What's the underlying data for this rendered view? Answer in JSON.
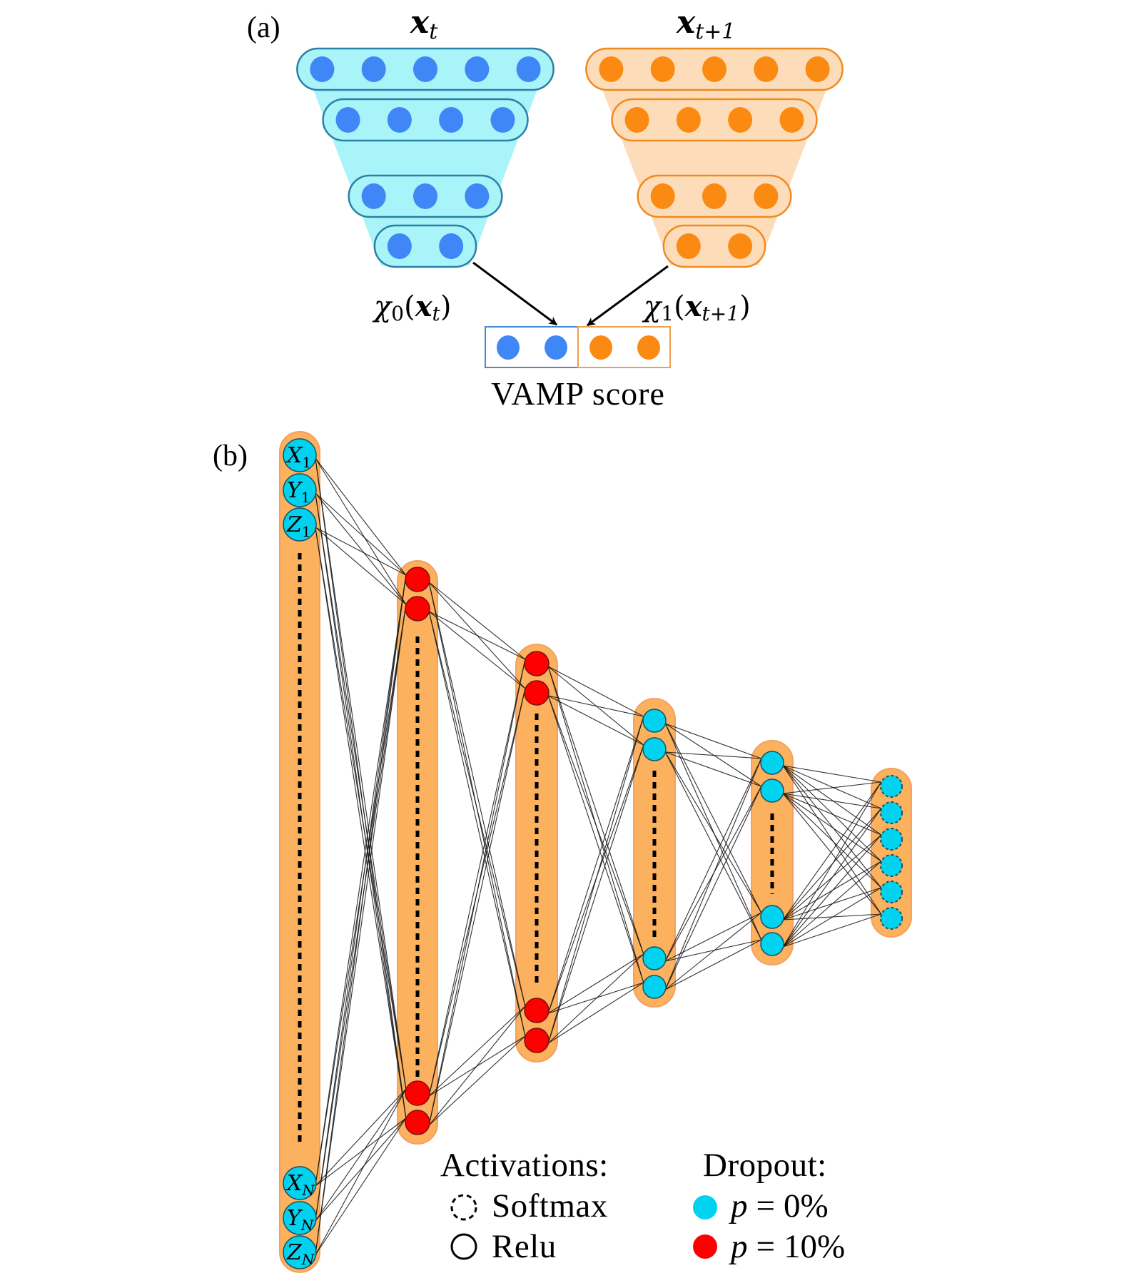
{
  "figure": {
    "panel_a": {
      "label": "(a)",
      "left_network": {
        "input_label": "x",
        "input_subscript": "t",
        "layers": [
          5,
          4,
          3,
          2
        ],
        "fill": "#a8f4f8",
        "stroke": "#2a7fa6",
        "node_color": "#3f86f7",
        "output_label_chi": "χ",
        "output_label_index": "0",
        "output_label_open": "(",
        "output_label_x": "x",
        "output_label_sub": "t",
        "output_label_close": ")"
      },
      "right_network": {
        "input_label": "x",
        "input_subscript": "t+1",
        "layers": [
          5,
          4,
          3,
          2
        ],
        "fill": "#fddcba",
        "stroke": "#f08a1e",
        "node_color": "#fb8a12",
        "output_label_chi": "χ",
        "output_label_index": "1",
        "output_label_open": "(",
        "output_label_x": "x",
        "output_label_sub": "t+1",
        "output_label_close": ")"
      },
      "score_box": {
        "left_nodes": 2,
        "right_nodes": 2,
        "left_border": "#4a86d6",
        "right_border": "#f0a050",
        "caption": "VAMP score"
      }
    },
    "panel_b": {
      "label": "(b)",
      "pill_color": "#fbb15e",
      "pill_edge": "#f5a060",
      "dropout0_color": "#00d2f0",
      "dropout10_color": "#ff0000",
      "node_stroke": "#1e4f5c",
      "red_node_stroke": "#7a1010",
      "input_layer": {
        "top_nodes": [
          {
            "var": "X",
            "sub": "1"
          },
          {
            "var": "Y",
            "sub": "1"
          },
          {
            "var": "Z",
            "sub": "1"
          }
        ],
        "bottom_nodes": [
          {
            "var": "X",
            "sub": "N"
          },
          {
            "var": "Y",
            "sub": "N"
          },
          {
            "var": "Z",
            "sub": "N"
          }
        ]
      },
      "layers": [
        {
          "name": "input",
          "dropout": "0%",
          "activation": "none"
        },
        {
          "name": "hidden-1",
          "dropout": "10%",
          "activation": "Relu"
        },
        {
          "name": "hidden-2",
          "dropout": "10%",
          "activation": "Relu"
        },
        {
          "name": "hidden-3",
          "dropout": "0%",
          "activation": "Relu"
        },
        {
          "name": "hidden-4",
          "dropout": "0%",
          "activation": "Relu"
        },
        {
          "name": "output",
          "dropout": "0%",
          "activation": "Softmax",
          "nodes": 6
        }
      ],
      "legend": {
        "activations_title": "Activations:",
        "softmax_label": "Softmax",
        "relu_label": "Relu",
        "dropout_title": "Dropout:",
        "p_symbol": "p",
        "equals": "=",
        "dropout_values": [
          "0%",
          "10%"
        ]
      }
    }
  }
}
